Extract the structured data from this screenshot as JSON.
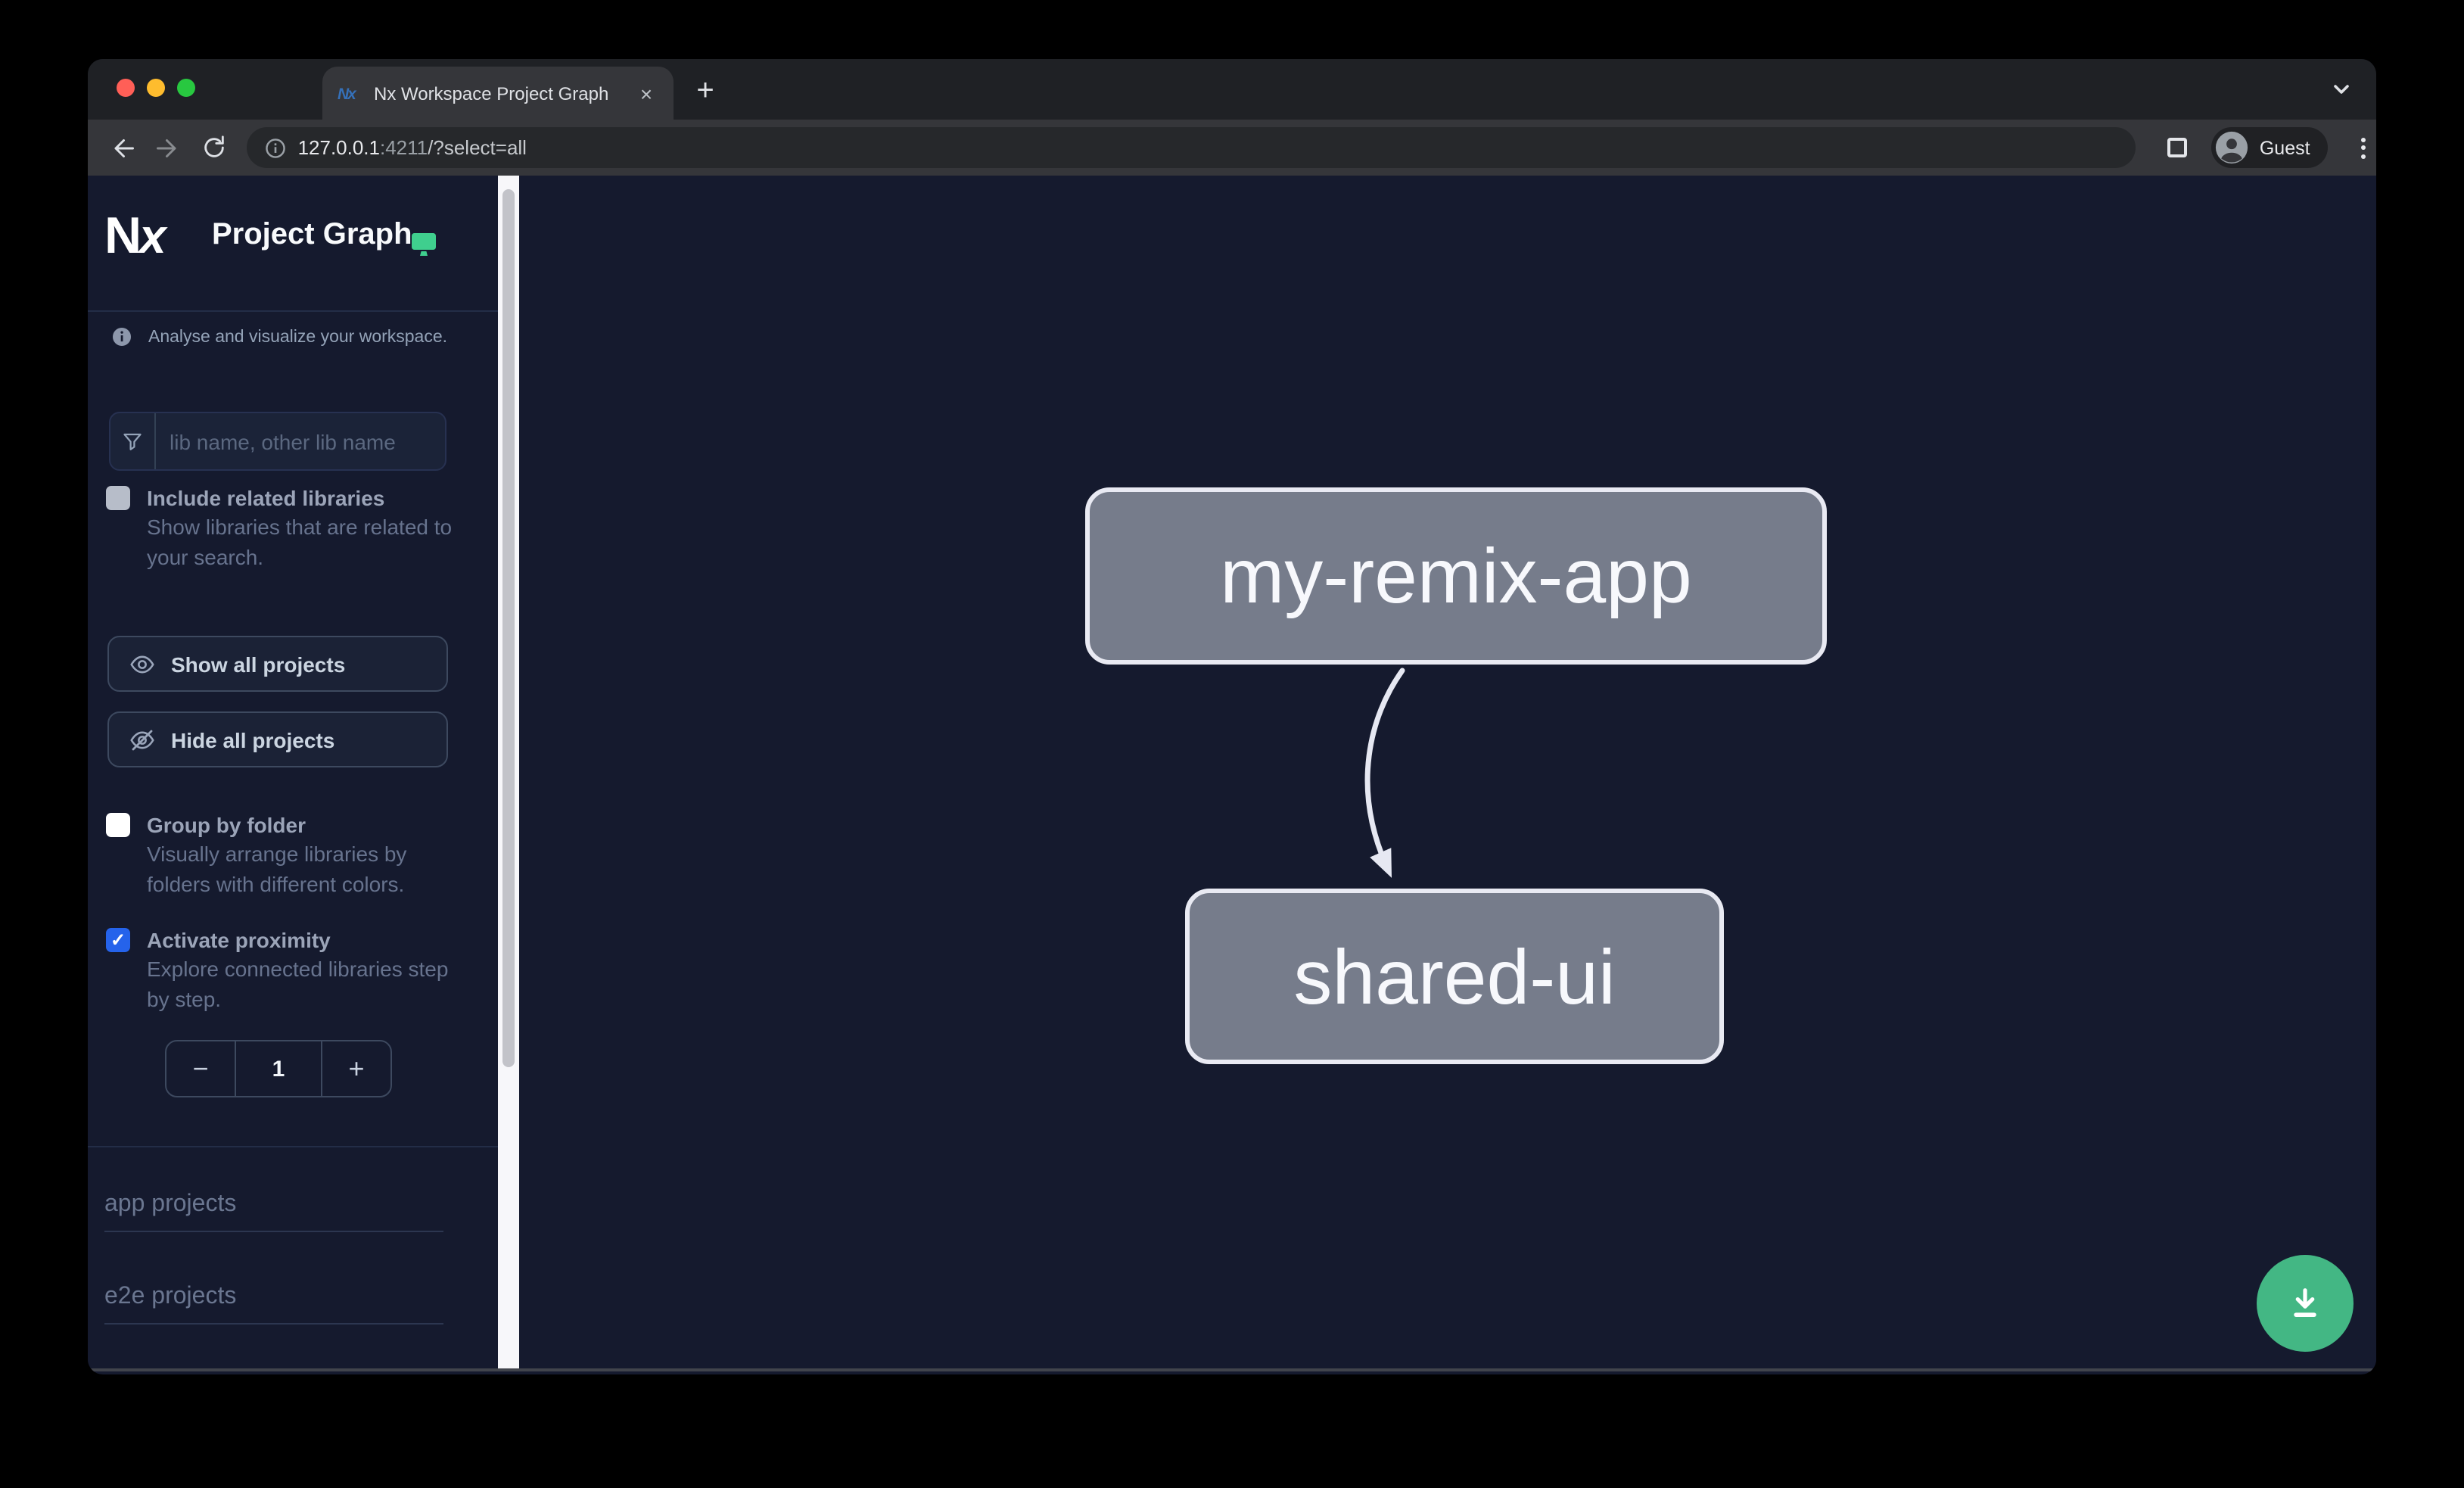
{
  "browser": {
    "tab_title": "Nx Workspace Project Graph",
    "tab_close_glyph": "×",
    "new_tab_glyph": "+",
    "url": {
      "host": "127.0.0.1",
      "port": ":4211",
      "path": "/?select=all"
    },
    "profile_label": "Guest"
  },
  "sidebar": {
    "title": "Project Graph",
    "tagline": "Analyse and visualize your workspace.",
    "search_placeholder": "lib name, other lib name",
    "include_related": {
      "label": "Include related libraries",
      "desc_line1": "Show libraries that are related to",
      "desc_line2": "your search.",
      "checked": false
    },
    "show_all_label": "Show all projects",
    "hide_all_label": "Hide all projects",
    "group_by_folder": {
      "label": "Group by folder",
      "desc_line1": "Visually arrange libraries by",
      "desc_line2": "folders with different colors.",
      "checked": false
    },
    "activate_proximity": {
      "label": "Activate proximity",
      "desc_line1": "Explore connected libraries step",
      "desc_line2": "by step.",
      "checked": true,
      "check_glyph": "✓"
    },
    "stepper": {
      "decrement": "−",
      "value": "1",
      "increment": "+"
    },
    "sections": [
      {
        "label": "app projects"
      },
      {
        "label": "e2e projects"
      }
    ]
  },
  "graph": {
    "nodes": [
      {
        "label": "my-remix-app"
      },
      {
        "label": "shared-ui"
      }
    ],
    "edge": {
      "source": "my-remix-app",
      "target": "shared-ui"
    }
  },
  "colors": {
    "node_fill": "#767c8b",
    "node_border": "#e9eaf3",
    "fab_green": "#43b784",
    "checkbox_blue": "#2563eb",
    "monitor_green": "#3fcf8e",
    "canvas_bg": "#151a2e"
  }
}
